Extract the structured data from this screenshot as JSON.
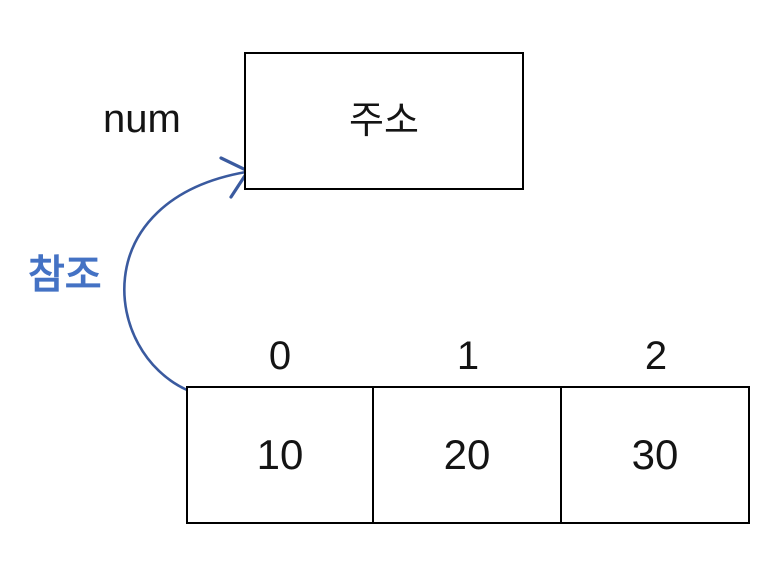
{
  "diagram": {
    "variable_label": "num",
    "address_box_label": "주소",
    "reference_label": "참조",
    "array": {
      "indices": [
        "0",
        "1",
        "2"
      ],
      "values": [
        "10",
        "20",
        "30"
      ]
    },
    "colors": {
      "reference_blue": "#4472C4",
      "arrow_blue": "#3A5A9F",
      "box_border": "#000000",
      "text": "#141414",
      "background": "#FFFFFF"
    }
  }
}
